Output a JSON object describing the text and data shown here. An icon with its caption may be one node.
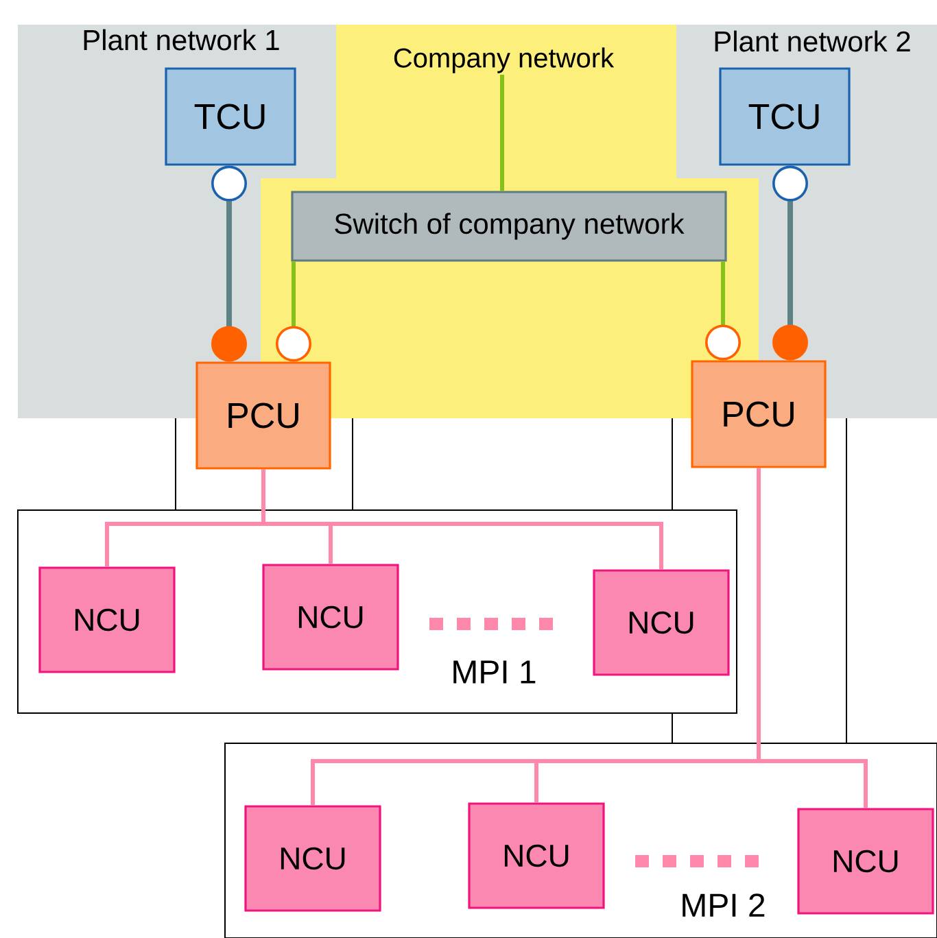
{
  "diagram": {
    "nodes": [
      {
        "text": [
          "Plant network 1"
        ]
      },
      {
        "text": [
          "Company network"
        ]
      },
      {
        "text": [
          "Plant network 2"
        ]
      },
      {
        "text": [
          "TCU"
        ],
        "in": 0
      },
      {
        "text": [
          "Switch of company network"
        ],
        "in": 1
      },
      {
        "text": [
          "TCU"
        ],
        "in": 2
      },
      {
        "text": [
          "PCU"
        ]
      },
      {
        "text": [
          "PCU"
        ]
      },
      {
        "text": [
          "MPI 1"
        ]
      },
      {
        "text": [
          "NCU"
        ],
        "in": 8
      },
      {
        "text": [
          "NCU"
        ],
        "in": 8
      },
      {
        "text": [
          "NCU"
        ],
        "in": 8
      },
      {
        "text": [
          "MPI 2"
        ]
      },
      {
        "text": [
          "NCU"
        ],
        "in": 12
      },
      {
        "text": [
          "NCU"
        ],
        "in": 12
      },
      {
        "text": [
          "NCU"
        ],
        "in": 12
      }
    ],
    "edges": [
      {
        "from": 1,
        "to": 4,
        "arrow": "none",
        "color": "#84c21a"
      },
      {
        "from": 3,
        "to": 6,
        "arrow": "other",
        "color": "#5f8385"
      },
      {
        "from": 4,
        "to": 6,
        "arrow": "other",
        "color": "#84c21a"
      },
      {
        "from": 4,
        "to": 7,
        "arrow": "other",
        "color": "#84c21a"
      },
      {
        "from": 5,
        "to": 7,
        "arrow": "other",
        "color": "#5f8385"
      },
      {
        "from": 6,
        "to": 9,
        "arrow": "none"
      },
      {
        "from": 6,
        "to": 10,
        "arrow": "none"
      },
      {
        "from": 6,
        "to": 11,
        "arrow": "none"
      },
      {
        "from": 7,
        "to": 13,
        "arrow": "none"
      },
      {
        "from": 7,
        "to": 14,
        "arrow": "none"
      },
      {
        "from": 7,
        "to": 15,
        "arrow": "none"
      }
    ]
  }
}
